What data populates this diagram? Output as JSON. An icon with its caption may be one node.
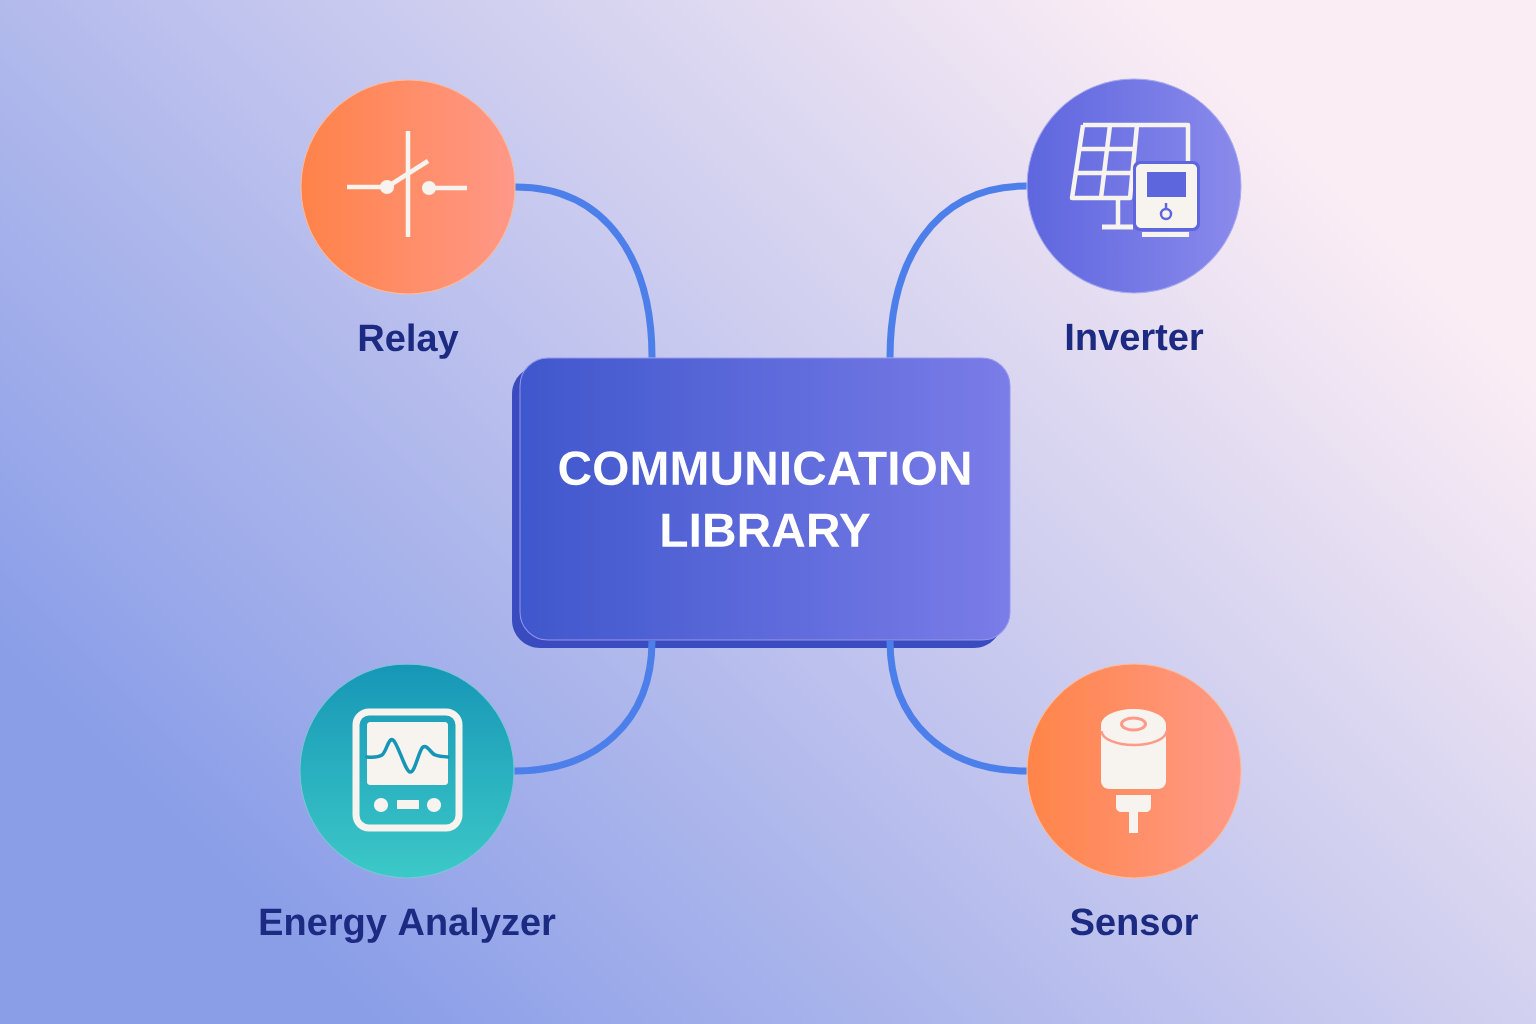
{
  "diagram": {
    "nodes": [
      {
        "text": [
          "Relay"
        ]
      },
      {
        "text": [
          "Inverter"
        ]
      },
      {
        "text": [
          "COMMUNICATION LIBRARY"
        ]
      },
      {
        "text": [
          "Energy Analyzer"
        ]
      },
      {
        "text": [
          "Sensor"
        ]
      }
    ],
    "edges": [
      {
        "from": 2,
        "to": 0,
        "arrow": "none"
      },
      {
        "from": 2,
        "to": 1,
        "arrow": "none"
      },
      {
        "from": 2,
        "to": 3,
        "arrow": "none"
      },
      {
        "from": 2,
        "to": 4,
        "arrow": "none"
      }
    ]
  }
}
